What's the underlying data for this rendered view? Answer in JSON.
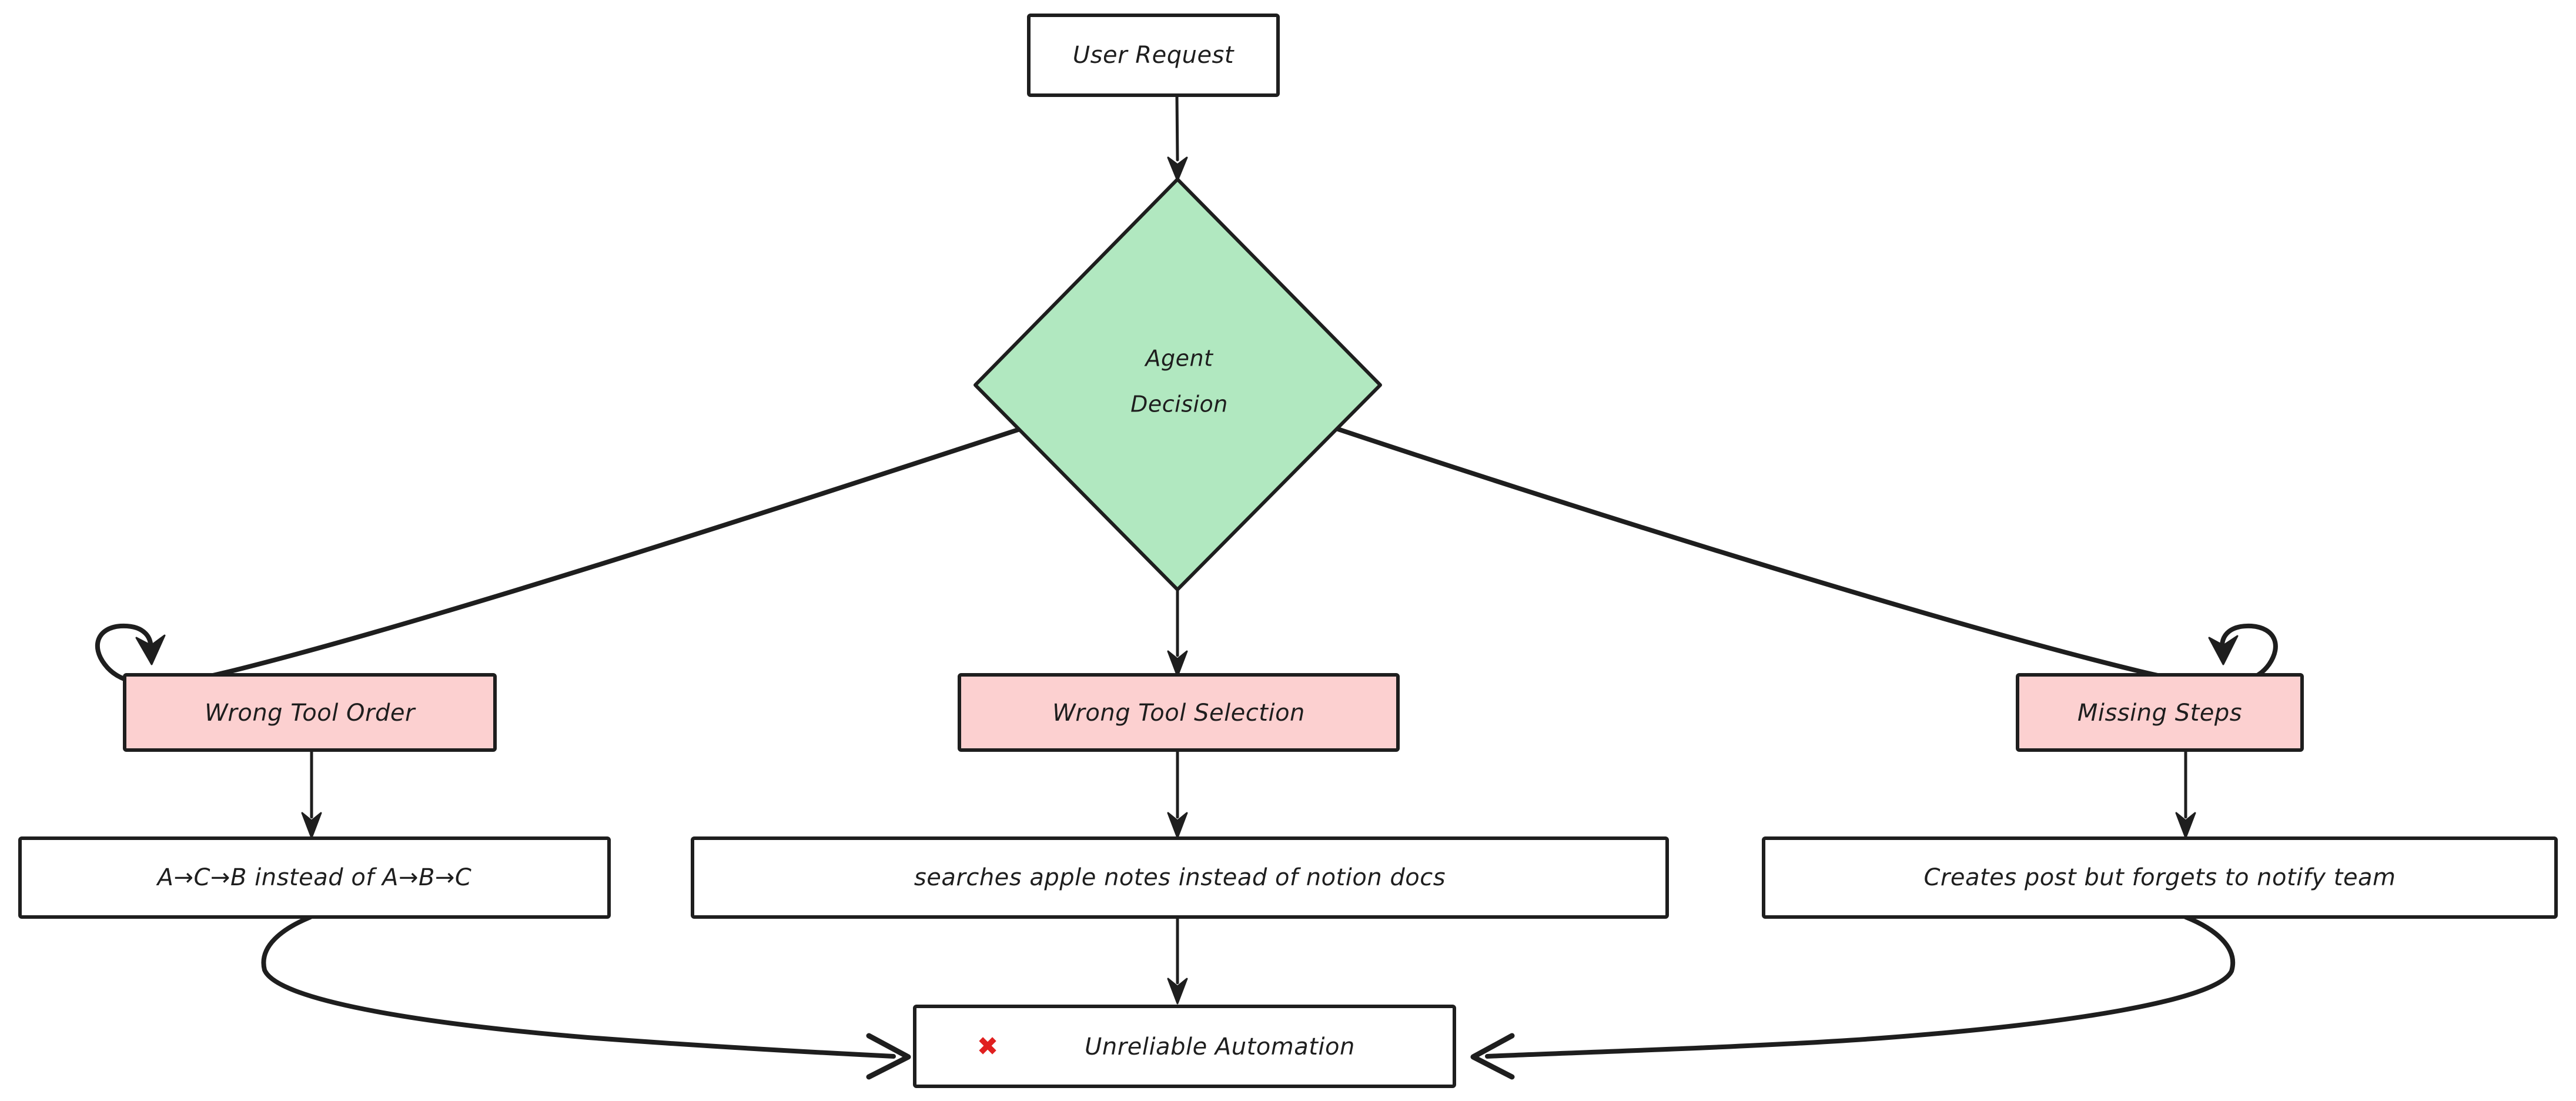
{
  "diagram": {
    "type": "flowchart",
    "direction": "top-down",
    "background_color": "#ffffff",
    "stroke_color": "#1e1e1e",
    "palette": {
      "decision_fill": "#b1e8c0",
      "failure_mode_fill": "#fcd0d0",
      "plain_fill": "#ffffff",
      "error_icon_color": "#e02020"
    },
    "nodes": [
      {
        "id": "user-request",
        "label": "User Request",
        "shape": "rectangle",
        "fill": "#ffffff"
      },
      {
        "id": "agent-decision",
        "label": "Agent Decision",
        "label_line_1": "Agent",
        "label_line_2": "Decision",
        "shape": "diamond",
        "fill": "#b1e8c0"
      },
      {
        "id": "wrong-tool-order",
        "label": "Wrong Tool Order",
        "shape": "rectangle",
        "fill": "#fcd0d0"
      },
      {
        "id": "wrong-tool-selection",
        "label": "Wrong Tool Selection",
        "shape": "rectangle",
        "fill": "#fcd0d0"
      },
      {
        "id": "missing-steps",
        "label": "Missing Steps",
        "shape": "rectangle",
        "fill": "#fcd0d0"
      },
      {
        "id": "order-example",
        "label": "A→C→B instead of A→B→C",
        "shape": "rectangle",
        "fill": "#ffffff"
      },
      {
        "id": "selection-example",
        "label": "searches apple notes instead of notion docs",
        "shape": "rectangle",
        "fill": "#ffffff"
      },
      {
        "id": "missing-example",
        "label": "Creates post but forgets to notify team",
        "shape": "rectangle",
        "fill": "#ffffff"
      },
      {
        "id": "unreliable-automation",
        "label": "Unreliable Automation",
        "icon": "cross-mark-icon",
        "icon_glyph": "✖",
        "shape": "rectangle",
        "fill": "#ffffff"
      }
    ],
    "edges": [
      {
        "from": "user-request",
        "to": "agent-decision",
        "style": "straight-down"
      },
      {
        "from": "agent-decision",
        "to": "wrong-tool-order",
        "style": "curve-left-hook"
      },
      {
        "from": "agent-decision",
        "to": "wrong-tool-selection",
        "style": "straight-down"
      },
      {
        "from": "agent-decision",
        "to": "missing-steps",
        "style": "curve-right-hook"
      },
      {
        "from": "wrong-tool-order",
        "to": "order-example",
        "style": "straight-down"
      },
      {
        "from": "wrong-tool-selection",
        "to": "selection-example",
        "style": "straight-down"
      },
      {
        "from": "missing-steps",
        "to": "missing-example",
        "style": "straight-down"
      },
      {
        "from": "order-example",
        "to": "unreliable-automation",
        "style": "curve-to-right"
      },
      {
        "from": "selection-example",
        "to": "unreliable-automation",
        "style": "straight-down"
      },
      {
        "from": "missing-example",
        "to": "unreliable-automation",
        "style": "curve-to-left"
      }
    ]
  }
}
